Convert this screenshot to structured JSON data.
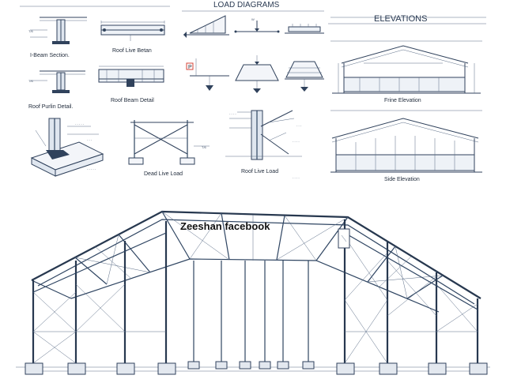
{
  "header": {
    "load_title": "LOAD DIAGRAMS",
    "elev_title": "ELEVATIONS"
  },
  "details": {
    "ibeam": "I-Beam Section.",
    "purlin": "Roof Purlin Detail.",
    "live_beam": "Roof Live Betan",
    "beam_detail": "Roof Beam Detail",
    "dead_live": "Dead Live Load",
    "roof_live": "Roof Live Load",
    "front_elev": "Frine Elevation",
    "side_elev": "Side Elevation",
    "p_marker": "P"
  },
  "watermark": "Zeeshan facebook",
  "colors": {
    "line": "#30425c",
    "steel": "#27384f",
    "accent": "#d4453a"
  }
}
